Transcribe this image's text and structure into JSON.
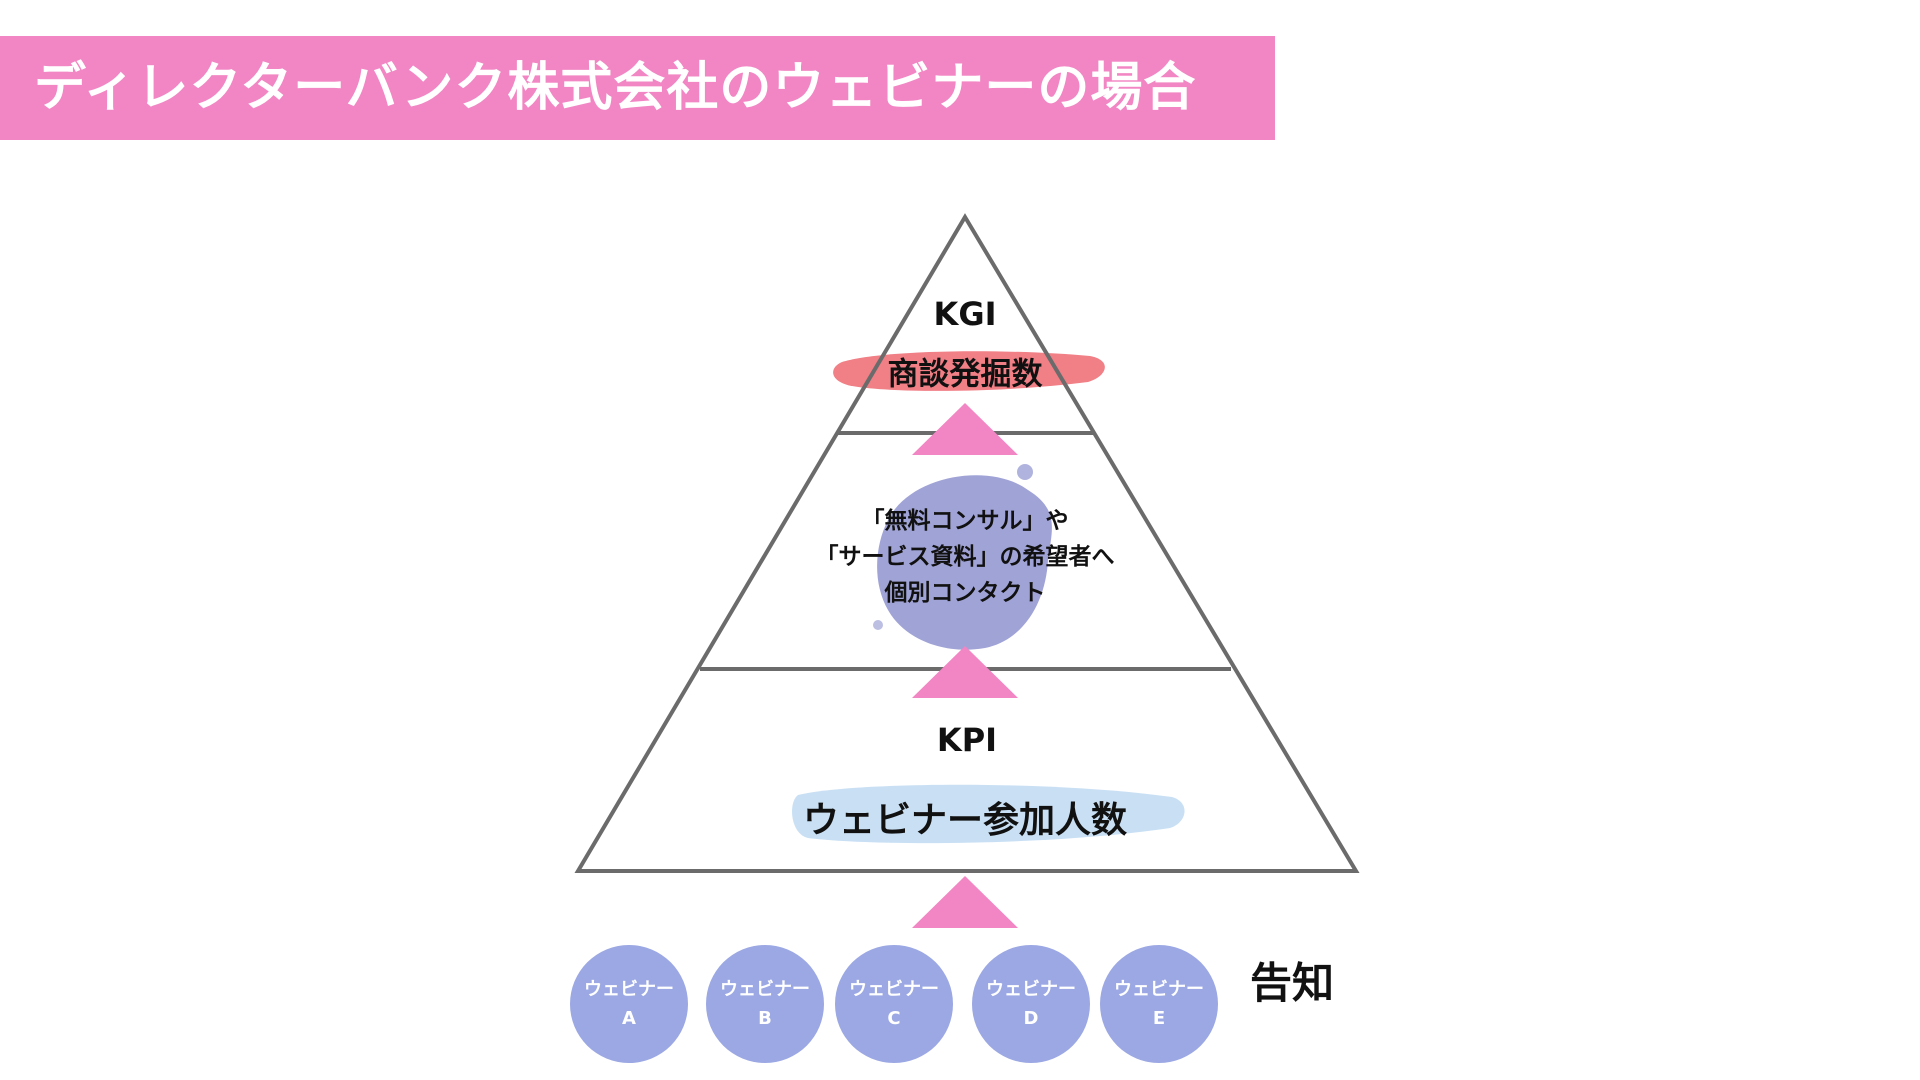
{
  "title": "ディレクターバンク株式会社のウェビナーの場合",
  "colors": {
    "title_bar": "#f285c3",
    "arrow": "#f285c3",
    "kgi_highlight": "#f07f86",
    "mid_blob": "#8f93cf",
    "kpi_highlight": "#c9e0f4",
    "circles": "#9ba8e3",
    "pyramid_stroke": "#6b6b6b"
  },
  "pyramid": {
    "top": {
      "label": "KGI",
      "metric": "商談発掘数"
    },
    "middle": {
      "lines": [
        "「無料コンサル」や",
        "「サービス資料」の希望者へ",
        "個別コンタクト"
      ]
    },
    "bottom": {
      "label": "KPI",
      "metric": "ウェビナー参加人数"
    }
  },
  "webinars": [
    {
      "name": "ウェビナー",
      "letter": "A"
    },
    {
      "name": "ウェビナー",
      "letter": "B"
    },
    {
      "name": "ウェビナー",
      "letter": "C"
    },
    {
      "name": "ウェビナー",
      "letter": "D"
    },
    {
      "name": "ウェビナー",
      "letter": "E"
    }
  ],
  "announcement_label": "告知"
}
